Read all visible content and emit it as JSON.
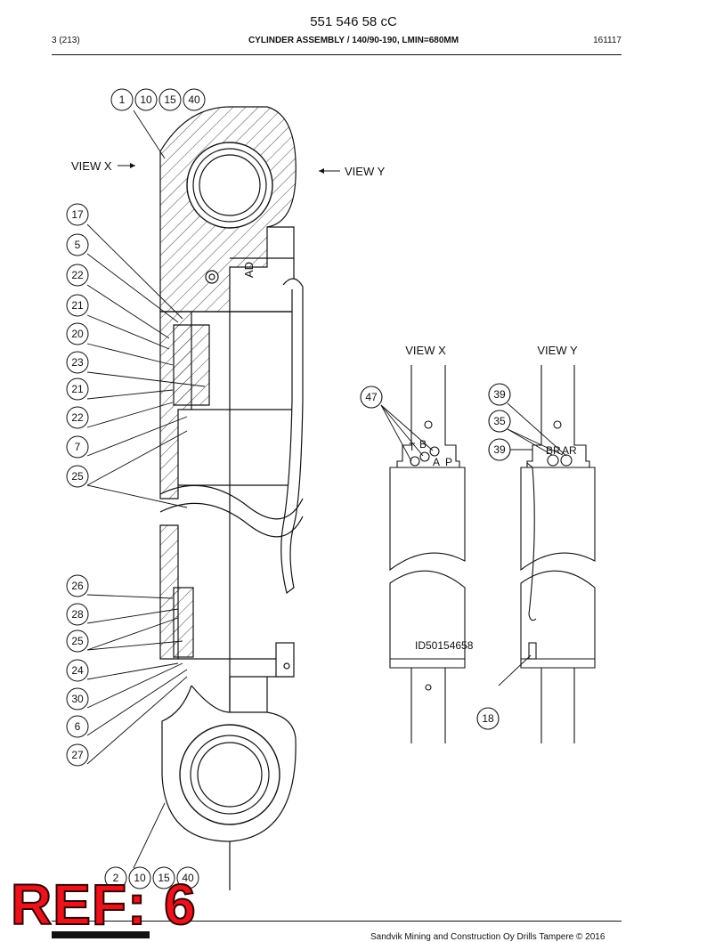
{
  "header": {
    "document_id": "551 546 58 cC",
    "page": "3 (213)",
    "title": "CYLINDER ASSEMBLY / 140/90-190, LMIN=680MM",
    "date_code": "161117"
  },
  "drawing": {
    "view_labels": {
      "view_x": "VIEW X",
      "view_y": "VIEW Y"
    },
    "callouts_main": [
      "1",
      "10",
      "15",
      "40",
      "17",
      "5",
      "22",
      "21",
      "20",
      "23",
      "21",
      "22",
      "7",
      "25",
      "26",
      "28",
      "25",
      "24",
      "30",
      "6",
      "27",
      "2",
      "10",
      "15",
      "40"
    ],
    "callouts_views": [
      "47",
      "39",
      "35",
      "39",
      "18"
    ],
    "engraved_text": {
      "ad_mark": "AD",
      "id_plate": "ID50154658",
      "port_t": "T",
      "port_b": "B",
      "port_a": "A",
      "port_p": "P",
      "port_br": "BR",
      "port_ar": "AR"
    }
  },
  "stamp": {
    "text": "REF: 6"
  },
  "footer": {
    "copyright": "Sandvik Mining and Construction Oy Drills Tampere © 2016"
  }
}
